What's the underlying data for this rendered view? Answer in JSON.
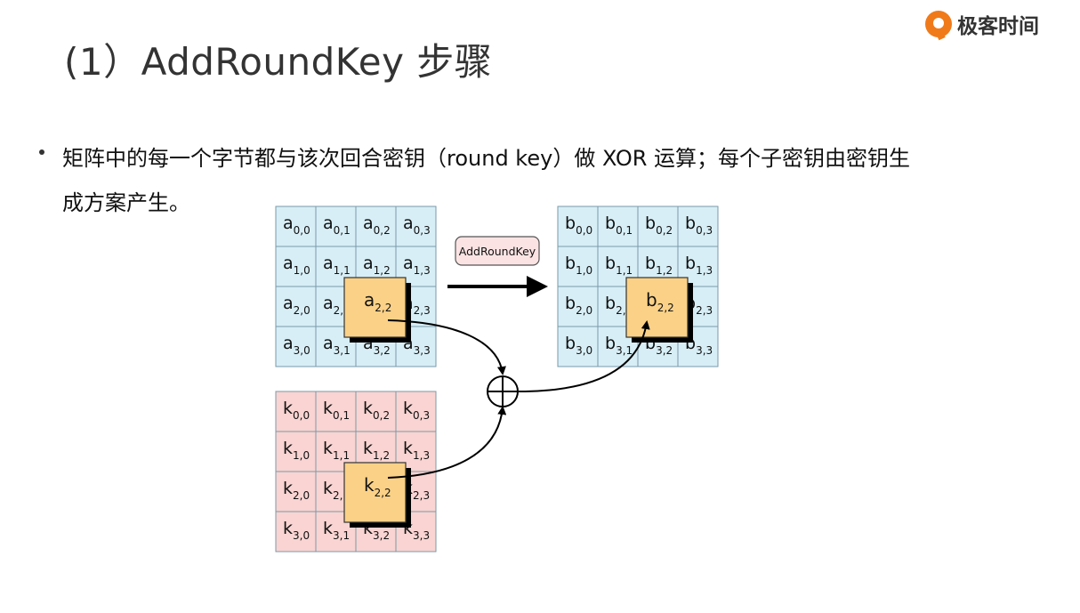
{
  "header": {
    "title": "(1）AddRoundKey 步骤",
    "logo_icon": "geektime-logo-icon",
    "logo_text": "极客时间"
  },
  "bullet": {
    "line1": "矩阵中的每一个字节都与该次回合密钥（round key）做 XOR 运算；每个子密钥由密钥生",
    "line2": "成方案产生。"
  },
  "diagram": {
    "operation_label": "AddRoundKey",
    "colors": {
      "a_fill": "#d7eef6",
      "k_fill": "#f9d4d2",
      "highlight": "#fbd187",
      "label_fill": "#fbe3e3",
      "grid_line": "#7a9aa8"
    },
    "matrix_a": {
      "letter": "a",
      "subs": [
        [
          "0,0",
          "0,1",
          "0,2",
          "0,3"
        ],
        [
          "1,0",
          "1,1",
          "1,2",
          "1,3"
        ],
        [
          "2,0",
          "2,1",
          "2,2",
          "2,3"
        ],
        [
          "3,0",
          "3,1",
          "3,2",
          "3,3"
        ]
      ],
      "highlight_sub": "2,2"
    },
    "matrix_b": {
      "letter": "b",
      "subs": [
        [
          "0,0",
          "0,1",
          "0,2",
          "0,3"
        ],
        [
          "1,0",
          "1,1",
          "1,2",
          "1,3"
        ],
        [
          "2,0",
          "2,1",
          "2,2",
          "2,3"
        ],
        [
          "3,0",
          "3,1",
          "3,2",
          "3,3"
        ]
      ],
      "highlight_sub": "2,2"
    },
    "matrix_k": {
      "letter": "k",
      "subs": [
        [
          "0,0",
          "0,1",
          "0,2",
          "0,3"
        ],
        [
          "1,0",
          "1,1",
          "1,2",
          "1,3"
        ],
        [
          "2,0",
          "2,1",
          "2,2",
          "2,3"
        ],
        [
          "3,0",
          "3,1",
          "3,2",
          "3,3"
        ]
      ],
      "highlight_sub": "2,2"
    },
    "xor_symbol": "xor-circle-icon",
    "arrow_icon": "right-arrow-icon"
  }
}
